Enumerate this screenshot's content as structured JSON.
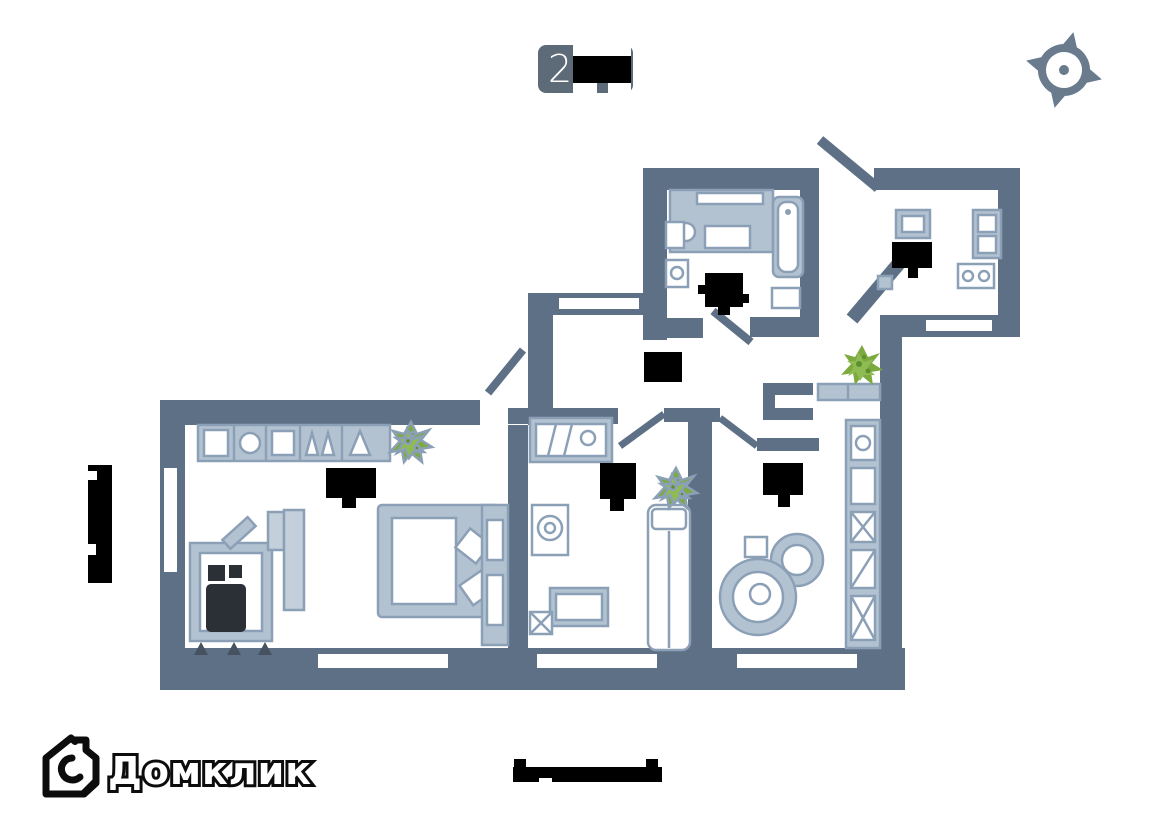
{
  "header": {
    "badge_number": "2",
    "badge_text_redacted": true
  },
  "compass": {
    "icon": "compass-icon"
  },
  "brand": {
    "logo_text": "Домклик",
    "logo_icon": "house-icon"
  },
  "footer": {
    "address_bar_redacted": true
  },
  "floorplan": {
    "type": "apartment-floor-plan",
    "rooms": [
      {
        "name": "kitchen-living-room",
        "area_label_redacted": true
      },
      {
        "name": "bedroom",
        "area_label_redacted": true
      },
      {
        "name": "second-room",
        "area_label_redacted": true
      },
      {
        "name": "hallway",
        "area_label_redacted": true
      },
      {
        "name": "bathroom",
        "area_label_redacted": true
      },
      {
        "name": "entrance-hall",
        "area_label_redacted": true
      }
    ],
    "left_side_label_redacted": true,
    "plants_count": 3,
    "windows_count": 6,
    "colors": {
      "wall": "#5e7085",
      "furniture_fill": "#b3c2d1",
      "furniture_stroke": "#8ba0b6",
      "plant": "#7caa3f",
      "plant_dark": "#5d8f2f",
      "dark_furniture": "#2b2f36",
      "badge_background": "#5d6a78",
      "redaction": "#000000"
    }
  }
}
